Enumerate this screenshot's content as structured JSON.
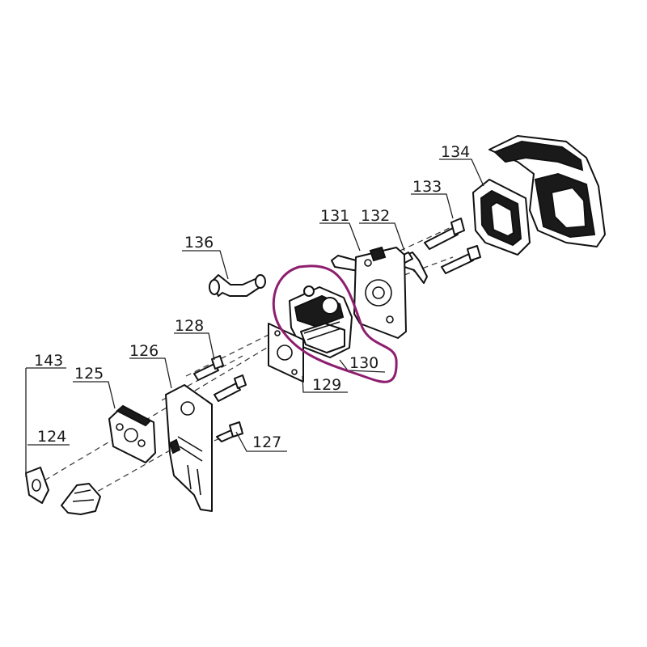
{
  "labels": {
    "p124": "124",
    "p125": "125",
    "p126": "126",
    "p127": "127",
    "p128": "128",
    "p129": "129",
    "p130": "130",
    "p131": "131",
    "p132": "132",
    "p133": "133",
    "p134": "134",
    "p136": "136",
    "p143": "143"
  },
  "highlight": {
    "target": "130",
    "color": "#8e1e6e"
  }
}
